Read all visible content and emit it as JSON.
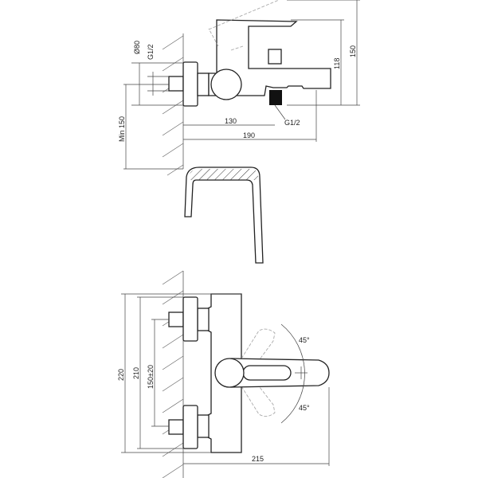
{
  "side_view": {
    "dim_diameter": "Ø80",
    "dim_inlet_thread": "G1/2",
    "dim_min_height": "Min 150",
    "dim_outlet_distance": "130",
    "dim_depth": "190",
    "dim_height_body": "118",
    "dim_height_total": "150",
    "dim_outlet_thread": "G1/2"
  },
  "front_view": {
    "dim_height_total": "220",
    "dim_height_rosettes": "210",
    "dim_inlet_spacing": "150±20",
    "dim_depth": "215",
    "angle_up": "45°",
    "angle_down": "45°"
  }
}
